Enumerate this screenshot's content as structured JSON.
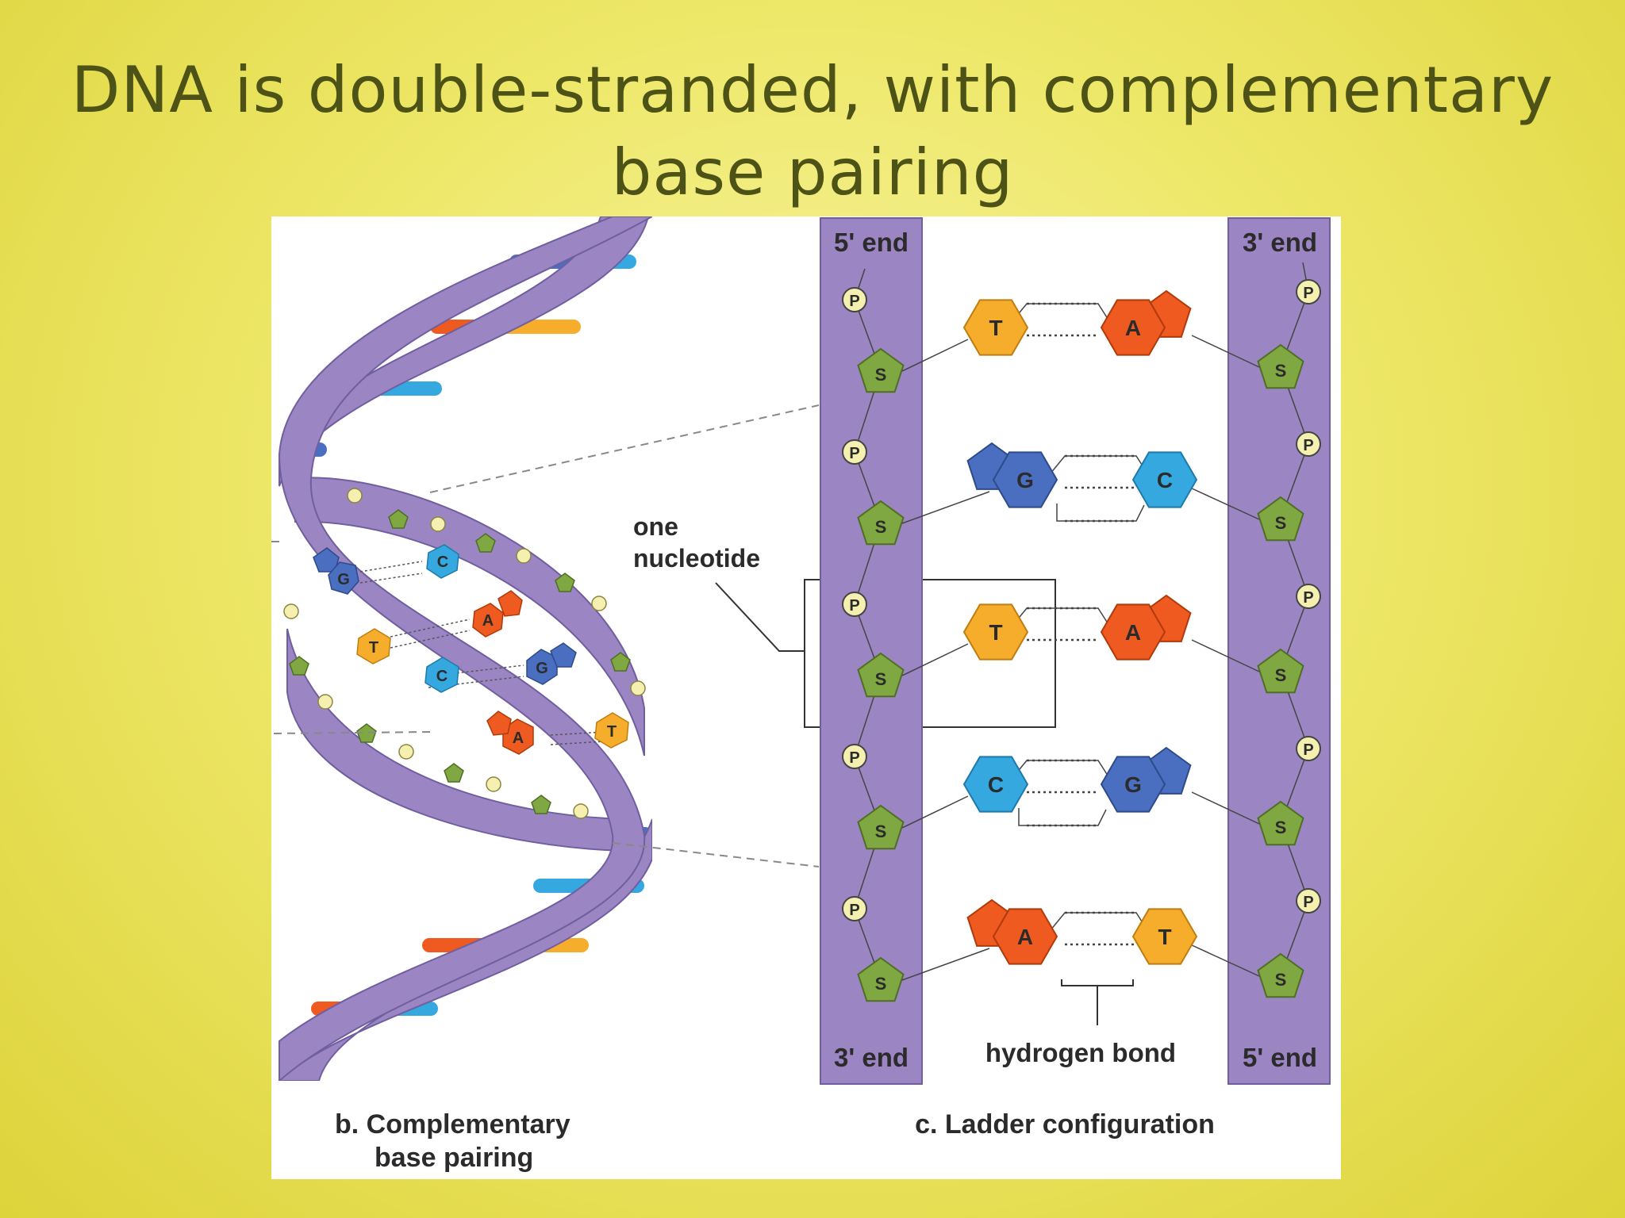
{
  "slide": {
    "title_line1": "DNA is double-stranded, with complementary",
    "title_line2": "base pairing"
  },
  "left_panel": {
    "caption_line1": "b. Complementary",
    "caption_line2": "base pairing",
    "callout_line1": "one",
    "callout_line2": "nucleotide",
    "bases": [
      {
        "letter": "G",
        "kind": "purine",
        "color": "#4a6fc0"
      },
      {
        "letter": "C",
        "kind": "pyrimidine",
        "color": "#35a8e0"
      },
      {
        "letter": "T",
        "kind": "pyrimidine",
        "color": "#f6ad2c"
      },
      {
        "letter": "A",
        "kind": "purine",
        "color": "#ee5a1f"
      },
      {
        "letter": "C",
        "kind": "pyrimidine",
        "color": "#35a8e0"
      },
      {
        "letter": "G",
        "kind": "purine",
        "color": "#4a6fc0"
      },
      {
        "letter": "A",
        "kind": "purine",
        "color": "#ee5a1f"
      },
      {
        "letter": "T",
        "kind": "pyrimidine",
        "color": "#f6ad2c"
      }
    ]
  },
  "right_panel": {
    "caption": "c. Ladder configuration",
    "left_top_end": "5' end",
    "left_bottom_end": "3' end",
    "right_top_end": "3' end",
    "right_bottom_end": "5' end",
    "hydrogen_bond_label": "hydrogen bond",
    "phosphate_label": "P",
    "sugar_label": "S",
    "pairs": [
      {
        "left": "T",
        "right": "A"
      },
      {
        "left": "G",
        "right": "C"
      },
      {
        "left": "T",
        "right": "A"
      },
      {
        "left": "C",
        "right": "G"
      },
      {
        "left": "A",
        "right": "T"
      }
    ]
  },
  "colors": {
    "backbone": "#9b86c3",
    "sugar": "#7fa843",
    "phosphate": "#f6f0b0",
    "adenine": "#ee5a1f",
    "thymine": "#f6ad2c",
    "guanine": "#4a6fc0",
    "cytosine": "#35a8e0"
  }
}
